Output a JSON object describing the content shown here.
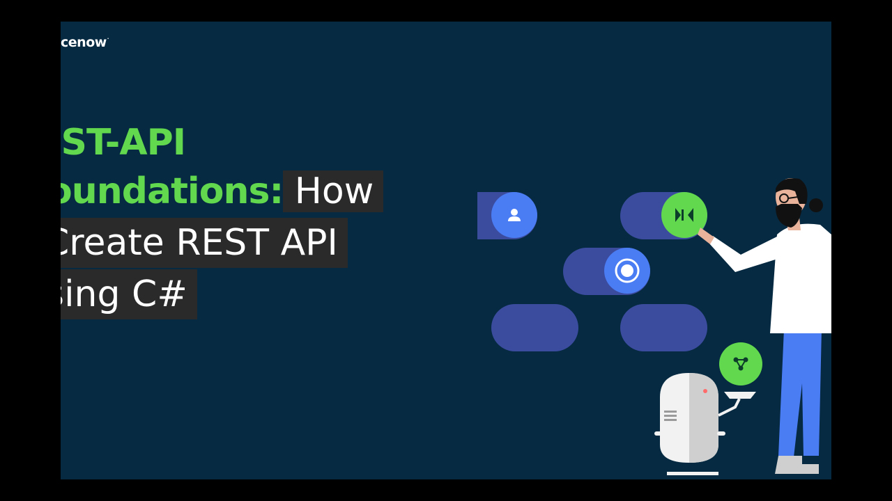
{
  "brand": {
    "logo_text": "icenow",
    "reg_mark": "."
  },
  "title": {
    "line1": "EST-API",
    "line2_green": "oundations:",
    "line2_white": " How",
    "line3": " Create REST API",
    "line4": "sing C#"
  },
  "colors": {
    "slide_bg": "#062a41",
    "accent_green": "#62d84e",
    "pill_blue": "#3b4c9f",
    "icon_blue": "#4a7cf3",
    "highlight_bg": "#2a2a2a"
  },
  "icons": [
    "user-icon",
    "record-icon",
    "logo-badge-icon",
    "network-icon"
  ]
}
